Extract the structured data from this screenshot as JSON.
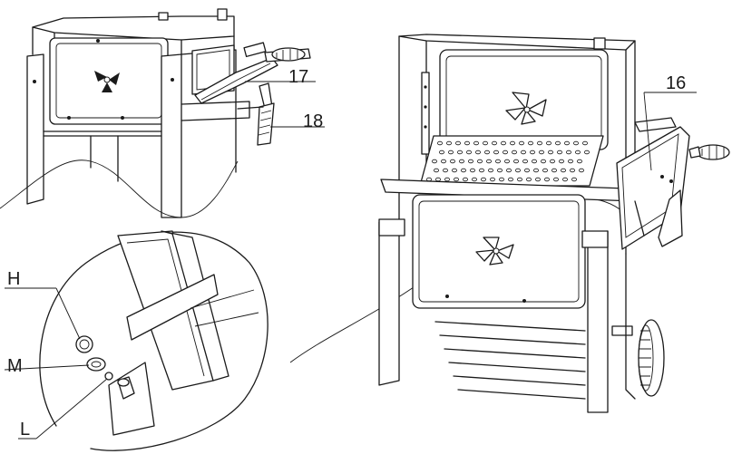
{
  "callouts": {
    "c16": "16",
    "c17": "17",
    "c18": "18",
    "H": "H",
    "M": "M",
    "L": "L"
  }
}
